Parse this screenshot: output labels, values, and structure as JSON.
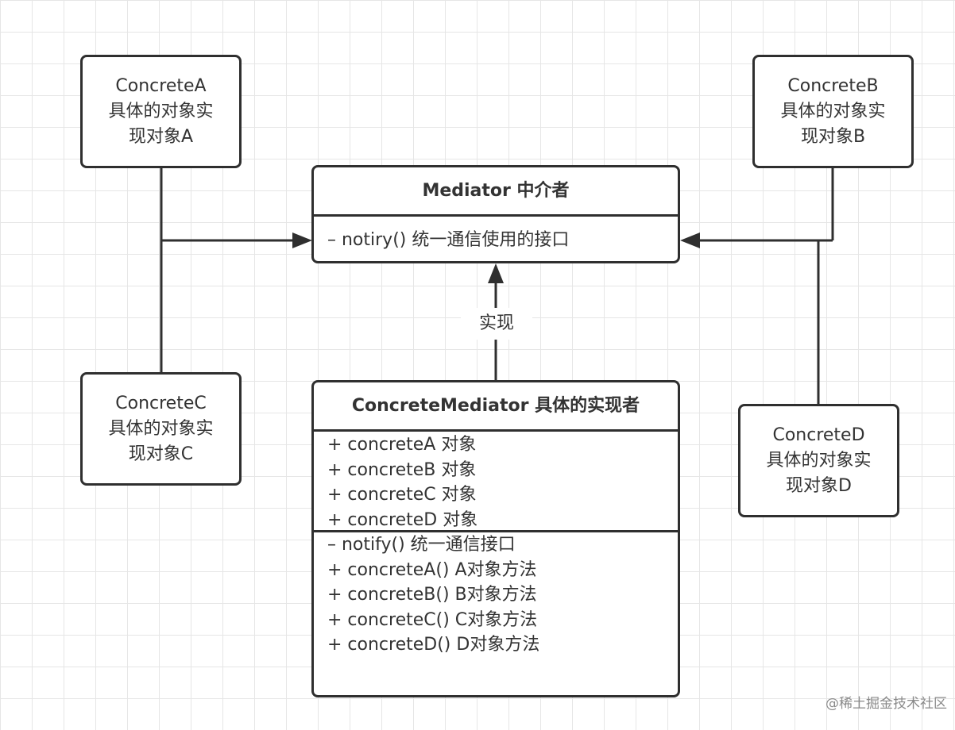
{
  "concrete_a": {
    "lines": [
      "ConcreteA",
      "具体的对象实",
      "现对象A"
    ]
  },
  "concrete_b": {
    "lines": [
      "ConcreteB",
      "具体的对象实",
      "现对象B"
    ]
  },
  "concrete_c": {
    "lines": [
      "ConcreteC",
      "具体的对象实",
      "现对象C"
    ]
  },
  "concrete_d": {
    "lines": [
      "ConcreteD",
      "具体的对象实",
      "现对象D"
    ]
  },
  "mediator": {
    "title": "Mediator 中介者",
    "methods": [
      "– notiry() 统一通信使用的接口"
    ]
  },
  "concrete_mediator": {
    "title": "ConcreteMediator 具体的实现者",
    "fields": [
      "+ concreteA 对象",
      "+ concreteB 对象",
      "+ concreteC 对象",
      "+ concreteD 对象"
    ],
    "methods": [
      "– notify() 统一通信接口",
      "+ concreteA() A对象方法",
      "+ concreteB() B对象方法",
      "+ concreteC() C对象方法",
      "+ concreteD() D对象方法"
    ]
  },
  "realize_label": "实现",
  "watermark": "@稀土掘金技术社区",
  "colors": {
    "stroke": "#2f2f2f",
    "grid": "#e6e6e6",
    "text": "#333333"
  }
}
